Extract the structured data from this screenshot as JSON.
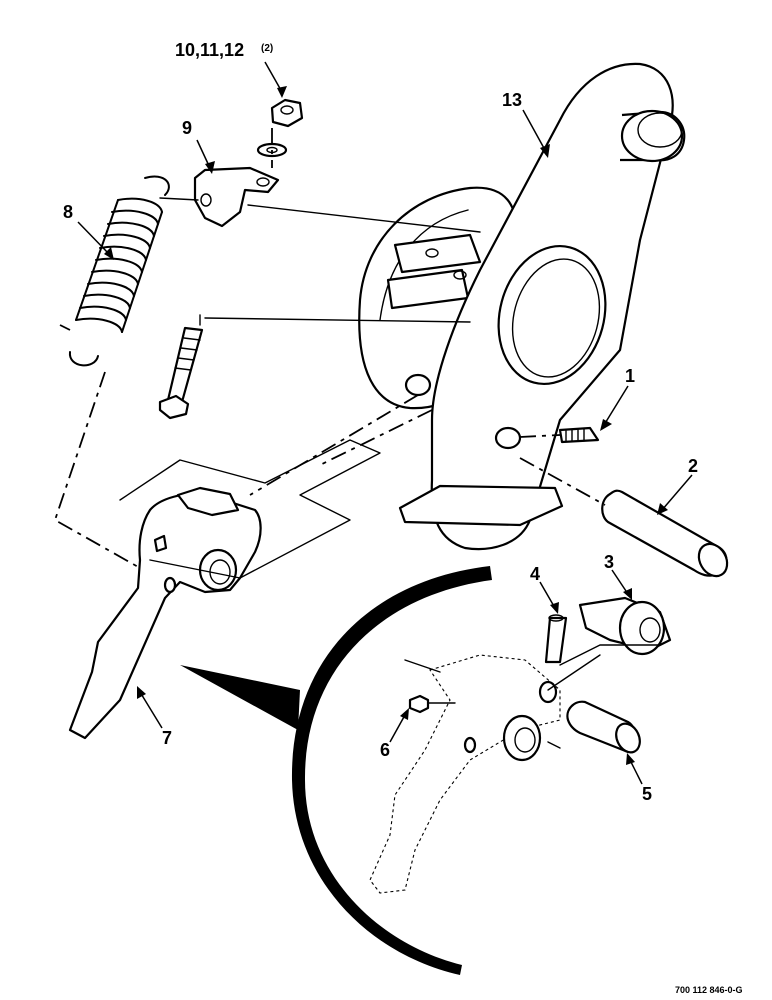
{
  "labels": {
    "part_1": "1",
    "part_2": "2",
    "part_3": "3",
    "part_4": "4",
    "part_5": "5",
    "part_6": "6",
    "part_7": "7",
    "part_8": "8",
    "part_9": "9",
    "part_10_11_12": "10,11,12",
    "part_10_11_12_qty": "(2)",
    "part_13": "13"
  },
  "drawing_number": "700 112 846-0-G"
}
